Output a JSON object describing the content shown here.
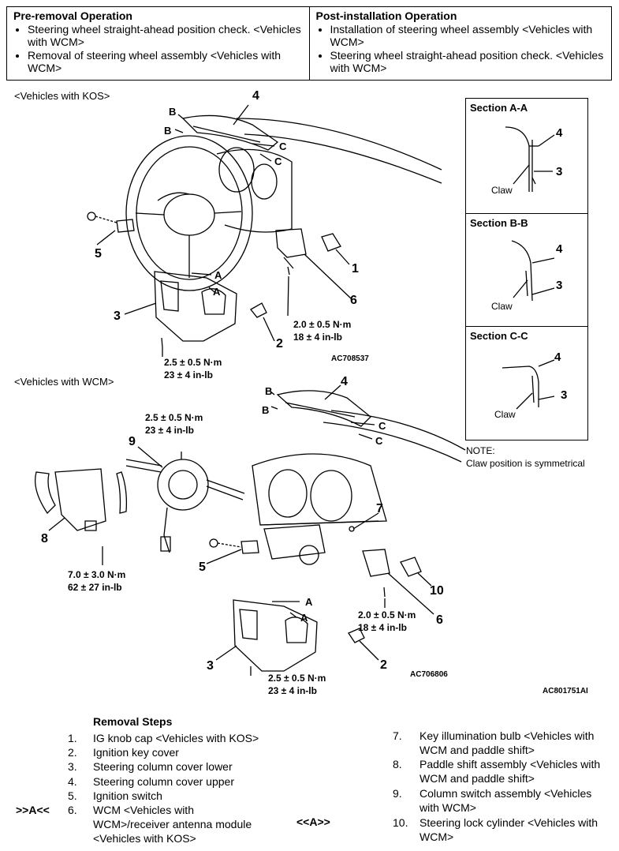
{
  "pre_removal": {
    "title": "Pre-removal Operation",
    "items": [
      "Steering wheel straight-ahead position check. <Vehicles with WCM>",
      "Removal of steering wheel assembly <Vehicles with WCM>"
    ]
  },
  "post_installation": {
    "title": "Post-installation Operation",
    "items": [
      "Installation of steering wheel assembly <Vehicles with WCM>",
      "Steering wheel straight-ahead position check. <Vehicles with WCM>"
    ]
  },
  "figure_kos": {
    "label": "<Vehicles with KOS>",
    "code": "AC708537",
    "callouts": [
      "4",
      "5",
      "1",
      "6",
      "3",
      "2"
    ],
    "letters": [
      "B",
      "B",
      "C",
      "C",
      "A",
      "A"
    ],
    "torque_a": [
      "2.0 ± 0.5 N·m",
      "18 ± 4 in-lb"
    ],
    "torque_b": [
      "2.5 ± 0.5 N·m",
      "23 ± 4 in-lb"
    ]
  },
  "figure_wcm": {
    "label": "<Vehicles with WCM>",
    "code": "AC706806",
    "callouts": [
      "4",
      "9",
      "7",
      "8",
      "5",
      "10",
      "6",
      "3",
      "2"
    ],
    "letters": [
      "B",
      "B",
      "C",
      "C",
      "A",
      "A"
    ],
    "torque_top": [
      "2.5 ± 0.5 N·m",
      "23 ± 4 in-lb"
    ],
    "torque_left": [
      "7.0 ± 3.0 N·m",
      "62 ± 27 in-lb"
    ],
    "torque_right": [
      "2.0 ± 0.5 N·m",
      "18 ± 4 in-lb"
    ],
    "torque_bottom": [
      "2.5 ± 0.5 N·m",
      "23 ± 4 in-lb"
    ]
  },
  "figure_code": "AC801751AI",
  "sections": [
    {
      "title": "Section A-A",
      "num_top": "4",
      "num_bottom": "3",
      "claw": "Claw"
    },
    {
      "title": "Section B-B",
      "num_top": "4",
      "num_bottom": "3",
      "claw": "Claw"
    },
    {
      "title": "Section C-C",
      "num_top": "4",
      "num_bottom": "3",
      "claw": "Claw"
    }
  ],
  "note": {
    "label": "NOTE:",
    "text": "Claw position is symmetrical"
  },
  "removal_steps": {
    "title": "Removal Steps",
    "markers": [
      ">>A<<",
      "<<A>>"
    ],
    "steps": [
      {
        "num": "1.",
        "text": "IG knob cap <Vehicles with KOS>"
      },
      {
        "num": "2.",
        "text": "Ignition key cover"
      },
      {
        "num": "3.",
        "text": "Steering column cover lower"
      },
      {
        "num": "4.",
        "text": "Steering column cover upper"
      },
      {
        "num": "5.",
        "text": "Ignition switch"
      },
      {
        "num": "6.",
        "text": "WCM <Vehicles with WCM>/receiver antenna module <Vehicles with KOS>"
      },
      {
        "num": "7.",
        "text": "Key illumination bulb <Vehicles with WCM and paddle shift>"
      },
      {
        "num": "8.",
        "text": "Paddle shift assembly <Vehicles with WCM and paddle shift>"
      },
      {
        "num": "9.",
        "text": "Column switch assembly <Vehicles with WCM>"
      },
      {
        "num": "10.",
        "text": "Steering lock cylinder <Vehicles with WCM>"
      }
    ]
  }
}
